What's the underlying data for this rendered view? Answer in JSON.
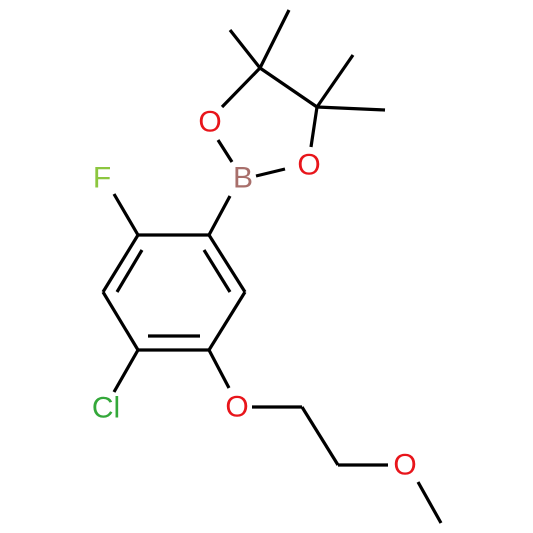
{
  "colors": {
    "background": "#ffffff",
    "bond": "#000000",
    "F": "#8cc63f",
    "Cl": "#34a83a",
    "O": "#e8151b",
    "B": "#a86f6b"
  },
  "atoms": {
    "F": {
      "text": "F",
      "element": "F"
    },
    "Cl": {
      "text": "Cl",
      "element": "Cl"
    },
    "B": {
      "text": "B",
      "element": "B"
    },
    "O1": {
      "text": "O",
      "element": "O"
    },
    "O2": {
      "text": "O",
      "element": "O"
    },
    "O3": {
      "text": "O",
      "element": "O"
    },
    "O4": {
      "text": "O",
      "element": "O"
    }
  }
}
